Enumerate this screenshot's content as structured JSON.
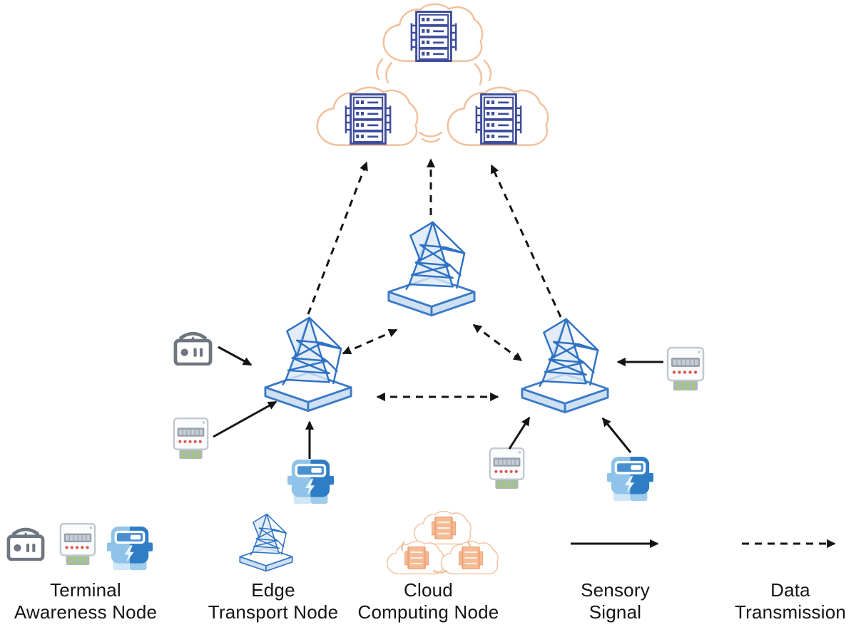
{
  "legend": {
    "items": [
      {
        "id": "terminal-awareness-node",
        "line1": "Terminal",
        "line2": "Awareness Node"
      },
      {
        "id": "edge-transport-node",
        "line1": "Edge",
        "line2": "Transport Node"
      },
      {
        "id": "cloud-computing-node",
        "line1": "Cloud",
        "line2": "Computing Node"
      },
      {
        "id": "sensory-signal",
        "line1": "Sensory",
        "line2": "Signal"
      },
      {
        "id": "data-transmission",
        "line1": "Data",
        "line2": "Transmission"
      }
    ]
  },
  "colors": {
    "cloud_outline": "#f2c09c",
    "server_outline": "#3e4d9b",
    "tower_stroke": "#2e72c4",
    "platform_outline": "#3b7bc8",
    "platform_side_fill": "#cfe0f2",
    "lattice_panel_fill": "#dce9f7",
    "device_gray": "#6e7680",
    "meter_body": "#fbfcfc",
    "meter_display": "#98a1ae",
    "meter_red_dot": "#e25252",
    "meter_green_dot": "#9ccf63",
    "power_meter_light_blue": "#8fc3e9",
    "power_meter_dark_blue": "#2f7dc4",
    "arrow_black": "#141414",
    "legend_server_orange": "#f5bb94"
  },
  "icons": {
    "cloud": "cloud-icon",
    "server": "server-rack-icon",
    "tower": "transmission-tower-icon",
    "remote": "remote-control-icon",
    "smart_meter": "smart-meter-icon",
    "power_meter": "power-meter-icon",
    "solid_arrow": "sensory-signal-arrow",
    "dashed_arrow": "data-transmission-arrow"
  },
  "diagram": {
    "cloud_layer": {
      "cloud_count": 3,
      "servers_per_cloud": 1
    },
    "edge_layer": {
      "tower_count": 3
    },
    "terminal_devices": [
      "remote-control-left",
      "smart-meter-left",
      "power-meter-left",
      "smart-meter-right",
      "smart-meter-bottom-middle",
      "power-meter-right"
    ],
    "connections": [
      {
        "from": "remote-control-left",
        "to": "edge-node-left",
        "type": "sensory-signal"
      },
      {
        "from": "smart-meter-left",
        "to": "edge-node-left",
        "type": "sensory-signal"
      },
      {
        "from": "power-meter-left",
        "to": "edge-node-left",
        "type": "sensory-signal"
      },
      {
        "from": "smart-meter-right",
        "to": "edge-node-right",
        "type": "sensory-signal"
      },
      {
        "from": "smart-meter-bottom-middle",
        "to": "edge-node-right",
        "type": "sensory-signal"
      },
      {
        "from": "power-meter-right",
        "to": "edge-node-right",
        "type": "sensory-signal"
      },
      {
        "from": "edge-node-left",
        "to": "cloud-cluster",
        "type": "data-transmission"
      },
      {
        "from": "edge-node-middle",
        "to": "cloud-cluster",
        "type": "data-transmission"
      },
      {
        "from": "edge-node-right",
        "to": "cloud-cluster",
        "type": "data-transmission"
      },
      {
        "from": "edge-node-left",
        "to": "edge-node-middle",
        "type": "data-transmission",
        "bidirectional": true
      },
      {
        "from": "edge-node-middle",
        "to": "edge-node-right",
        "type": "data-transmission",
        "bidirectional": true
      },
      {
        "from": "edge-node-left",
        "to": "edge-node-right",
        "type": "data-transmission",
        "bidirectional": true
      }
    ]
  }
}
